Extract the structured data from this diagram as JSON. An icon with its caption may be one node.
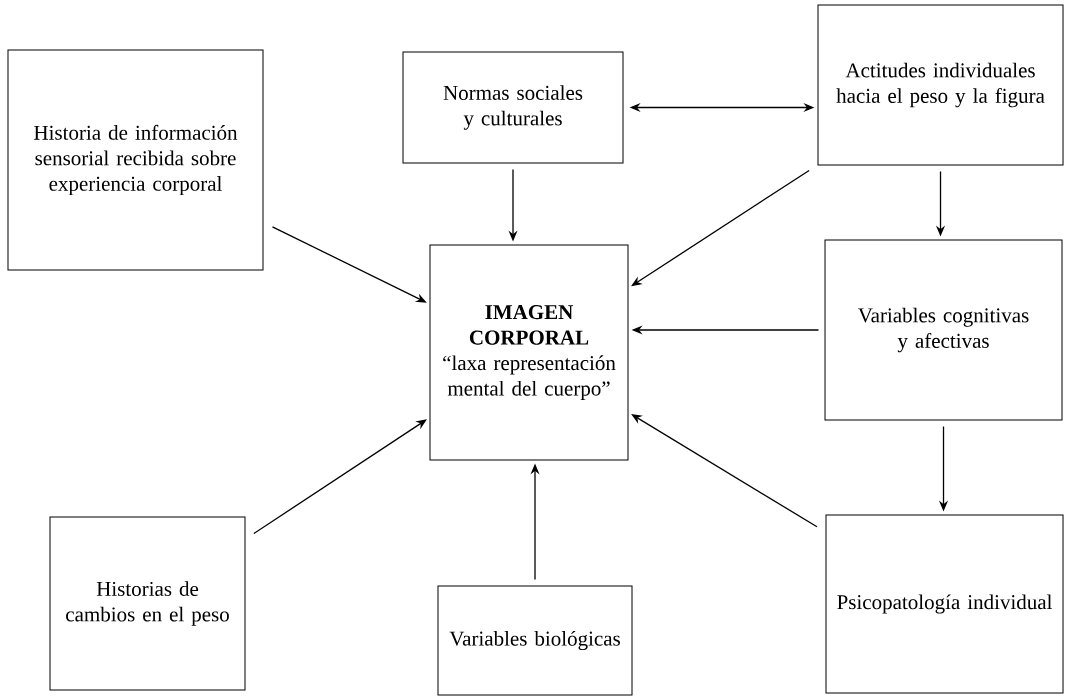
{
  "diagram": {
    "nodes": [
      {
        "text": [
          "Historia de información sensorial recibida sobre experiencia corporal"
        ]
      },
      {
        "text": [
          "Normas sociales y culturales"
        ]
      },
      {
        "text": [
          "Actitudes individuales hacia el peso y la figura"
        ]
      },
      {
        "text": [
          "IMAGEN CORPORAL",
          "“laxa representación mental del cuerpo”"
        ]
      },
      {
        "text": [
          "Variables cognitivas y afectivas"
        ]
      },
      {
        "text": [
          "Historias de cambios en el peso"
        ]
      },
      {
        "text": [
          "Variables biológicas"
        ]
      },
      {
        "text": [
          "Psicopatología individual"
        ]
      }
    ],
    "edges": [
      {
        "from": 1,
        "to": 3,
        "arrow": "to"
      },
      {
        "from": 1,
        "to": 2,
        "arrow": "both"
      },
      {
        "from": 2,
        "to": 4,
        "arrow": "to"
      },
      {
        "from": 0,
        "to": 3,
        "arrow": "to"
      },
      {
        "from": 2,
        "to": 3,
        "arrow": "to"
      },
      {
        "from": 4,
        "to": 3,
        "arrow": "to"
      },
      {
        "from": 4,
        "to": 7,
        "arrow": "to"
      },
      {
        "from": 5,
        "to": 3,
        "arrow": "to"
      },
      {
        "from": 6,
        "to": 3,
        "arrow": "to"
      },
      {
        "from": 7,
        "to": 3,
        "arrow": "to"
      }
    ]
  }
}
